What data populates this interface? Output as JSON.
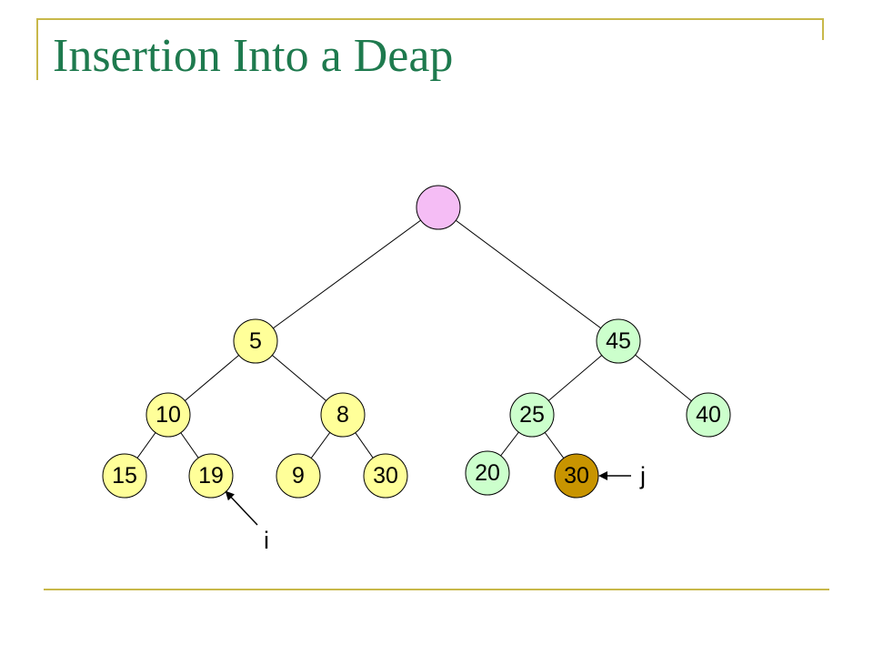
{
  "title": "Insertion Into a Deap",
  "colors": {
    "accent": "#c8b84a",
    "title": "#1e7a4e",
    "root_fill": "#f5bdf5",
    "min_heap_fill": "#ffff99",
    "max_heap_fill": "#ccffcc",
    "inserted_fill": "#c89400"
  },
  "tree": {
    "root": {
      "label": ""
    },
    "min_heap": {
      "top": "5",
      "level2": [
        "10",
        "8"
      ],
      "leaves": [
        "15",
        "19",
        "9",
        "30"
      ]
    },
    "max_heap": {
      "top": "45",
      "level2": [
        "25",
        "40"
      ],
      "leaves": [
        "20",
        "30"
      ]
    },
    "edges": [
      [
        "root",
        "min_top"
      ],
      [
        "root",
        "max_top"
      ],
      [
        "min_top",
        "min_l2_0"
      ],
      [
        "min_top",
        "min_l2_1"
      ],
      [
        "min_l2_0",
        "min_leaf_0"
      ],
      [
        "min_l2_0",
        "min_leaf_1"
      ],
      [
        "min_l2_1",
        "min_leaf_2"
      ],
      [
        "min_l2_1",
        "min_leaf_3"
      ],
      [
        "max_top",
        "max_l2_0"
      ],
      [
        "max_top",
        "max_l2_1"
      ],
      [
        "max_l2_0",
        "max_leaf_0"
      ],
      [
        "max_l2_0",
        "max_leaf_1"
      ]
    ]
  },
  "pointers": {
    "i": {
      "label": "i",
      "target": "19"
    },
    "j": {
      "label": "j",
      "target": "30 (new)"
    }
  }
}
